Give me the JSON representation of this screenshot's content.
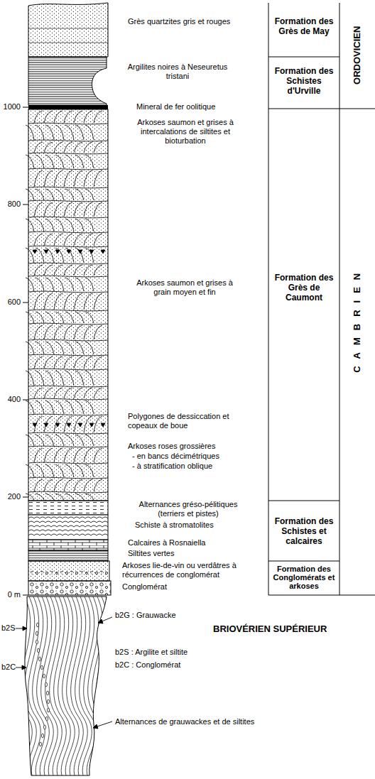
{
  "diagram": {
    "labels": [
      "Grès quartzites gris et rouges",
      "Formation des Grès de May",
      "ORDOVICIEN",
      "Argilites noires à Neseuretus tristani",
      "Formation des Schistes d'Urville",
      "Mineral de fer oolitique",
      "1000",
      "Arkoses saumon et grises à intercalations de siltites et bioturbation",
      "800",
      "Arkoses saumon et grises à grain moyen et fin",
      "Formation des Grès de Caumont",
      "CAMBRIEN",
      "600",
      "400",
      "Polygones de dessiccation et copeaux de boue",
      "Arkoses roses grossières",
      "- en bancs décimétriques",
      "- à stratification oblique",
      "200",
      "Alternances gréso-pélitiques (terriers et pistes)",
      "Schiste à stromatolites",
      "Calcaires à Rosnaiella",
      "Siltites vertes",
      "Formation des Schistes et calcaires",
      "Arkoses lie-de-vin ou verdâtres à récurrences de conglomérat",
      "Conglomérat",
      "Formation des Conglomérats et arkoses",
      "0 m",
      "b2G : Grauwacke",
      "BRIOVÉRIEN SUPÉRIEUR",
      "b2S",
      "b2C",
      "b2S : Argilite et siltite",
      "b2C : Conglomérat",
      "Alternances de grauwackes et de siltites"
    ]
  }
}
